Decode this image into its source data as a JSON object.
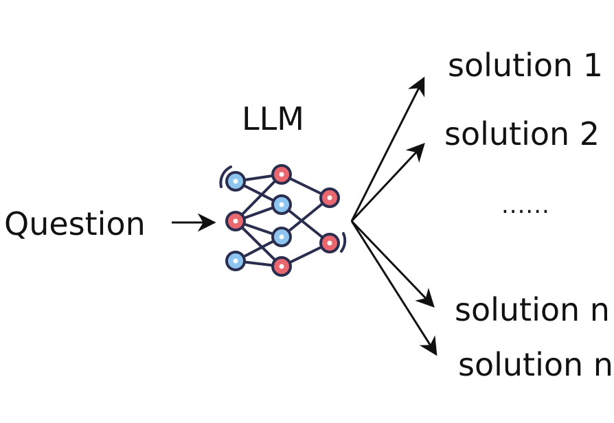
{
  "diagram": {
    "input_label": "Question",
    "model_label": "LLM",
    "solutions": [
      "solution 1",
      "solution 2",
      "......",
      "solution n",
      "solution n"
    ]
  },
  "colors": {
    "node_blue": "#8ec5f0",
    "node_red": "#e9676e",
    "outline": "#2b2d4f",
    "text": "#111111",
    "arrow": "#111111"
  },
  "icons": [
    "neural-network-icon"
  ]
}
